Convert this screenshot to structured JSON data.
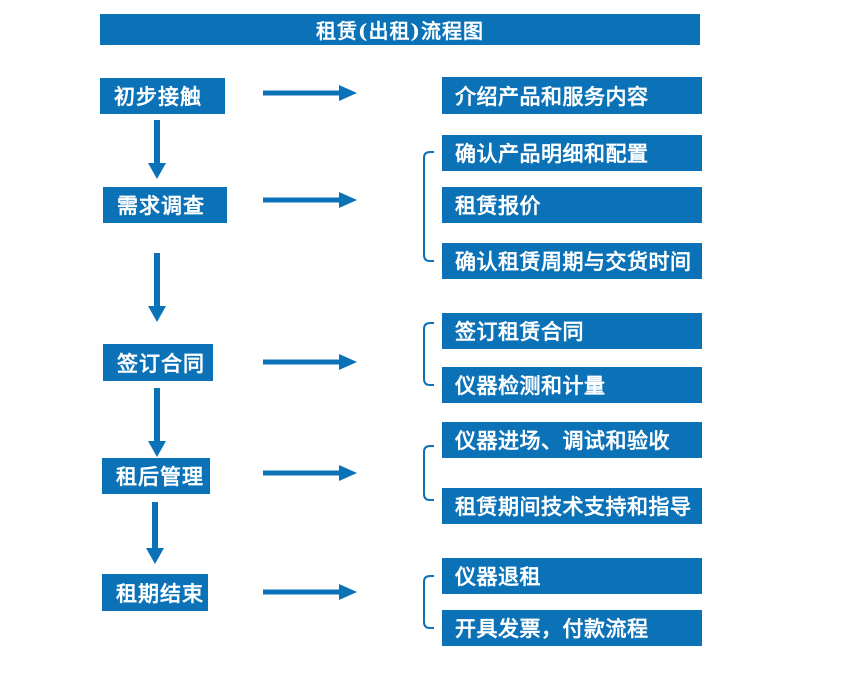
{
  "title": "租赁(出租)流程图",
  "colors": {
    "accent": "#0B72B8",
    "text_on_accent": "#FFFFFF",
    "background": "#FFFFFF"
  },
  "steps": [
    {
      "label": "初步接触",
      "details": [
        "介绍产品和服务内容"
      ]
    },
    {
      "label": "需求调查",
      "details": [
        "确认产品明细和配置",
        "租赁报价",
        "确认租赁周期与交货时间"
      ]
    },
    {
      "label": "签订合同",
      "details": [
        "签订租赁合同",
        "仪器检测和计量"
      ]
    },
    {
      "label": "租后管理",
      "details": [
        "仪器进场、调试和验收",
        "租赁期间技术支持和指导"
      ]
    },
    {
      "label": "租期结束",
      "details": [
        "仪器退租",
        "开具发票，付款流程"
      ]
    }
  ]
}
